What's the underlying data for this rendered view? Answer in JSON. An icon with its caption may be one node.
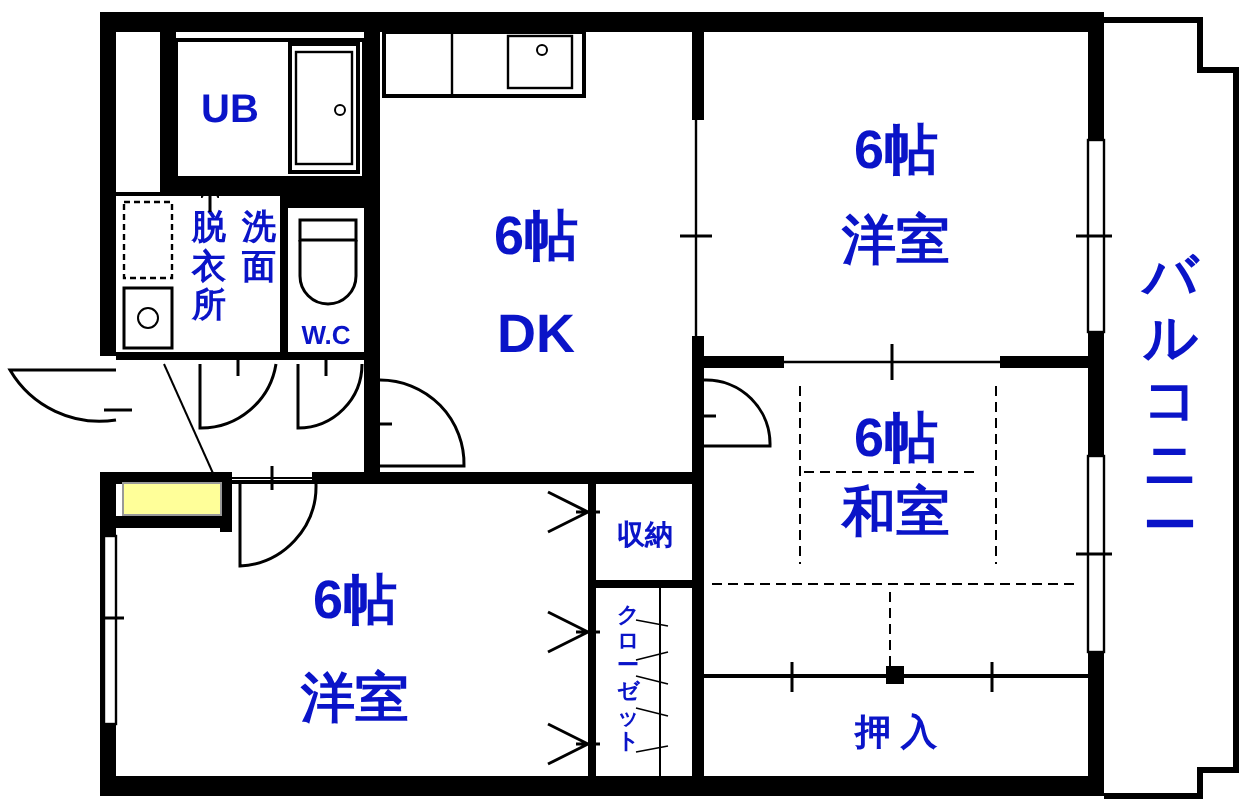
{
  "diagram": {
    "nodes": [
      {
        "text": [
          "UB"
        ]
      },
      {
        "text": [
          "脱衣所",
          "洗面"
        ]
      },
      {
        "text": [
          "W.C"
        ]
      },
      {
        "text": [
          "6帖",
          "DK"
        ]
      },
      {
        "text": [
          "6帖",
          "洋室"
        ]
      },
      {
        "text": [
          "6帖",
          "和室"
        ]
      },
      {
        "text": [
          "押 入"
        ]
      },
      {
        "text": [
          "収納"
        ]
      },
      {
        "text": [
          "クローゼット"
        ]
      },
      {
        "text": [
          "6帖",
          "洋室"
        ]
      },
      {
        "text": [
          "バルコニー"
        ]
      }
    ],
    "edges": [
      {
        "from": 1,
        "to": 0,
        "arrow": "to"
      }
    ]
  }
}
